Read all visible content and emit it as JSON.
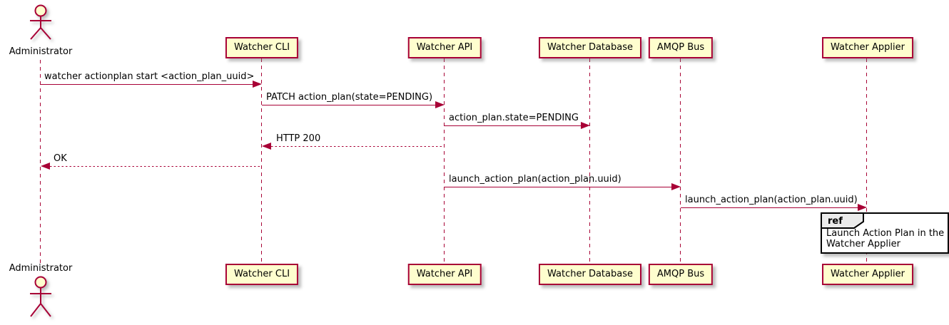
{
  "diagram_type": "sequence-diagram",
  "colors": {
    "accent": "#A80036",
    "participant_fill": "#FEFECE",
    "ref_header_fill": "#EBEBEB",
    "ref_border": "#000000",
    "background": "#FFFFFF"
  },
  "participants": [
    {
      "label": "Administrator",
      "type": "actor"
    },
    {
      "label": "Watcher CLI",
      "type": "participant"
    },
    {
      "label": "Watcher API",
      "type": "participant"
    },
    {
      "label": "Watcher Database",
      "type": "participant"
    },
    {
      "label": "AMQP Bus",
      "type": "participant"
    },
    {
      "label": "Watcher Applier",
      "type": "participant"
    }
  ],
  "messages": [
    {
      "from": "Administrator",
      "to": "Watcher CLI",
      "label": "watcher actionplan start <action_plan_uuid>",
      "line": "solid"
    },
    {
      "from": "Watcher CLI",
      "to": "Watcher API",
      "label": "PATCH action_plan(state=PENDING)",
      "line": "solid"
    },
    {
      "from": "Watcher API",
      "to": "Watcher Database",
      "label": "action_plan.state=PENDING",
      "line": "solid"
    },
    {
      "from": "Watcher API",
      "to": "Watcher CLI",
      "label": "HTTP 200",
      "line": "dotted"
    },
    {
      "from": "Watcher CLI",
      "to": "Administrator",
      "label": "OK",
      "line": "dotted"
    },
    {
      "from": "Watcher API",
      "to": "AMQP Bus",
      "label": "launch_action_plan(action_plan.uuid)",
      "line": "solid"
    },
    {
      "from": "AMQP Bus",
      "to": "Watcher Applier",
      "label": "launch_action_plan(action_plan.uuid)",
      "line": "solid"
    }
  ],
  "ref_fragment": {
    "keyword": "ref",
    "over": "Watcher Applier",
    "lines": [
      "Launch Action Plan in the",
      "Watcher Applier"
    ]
  }
}
